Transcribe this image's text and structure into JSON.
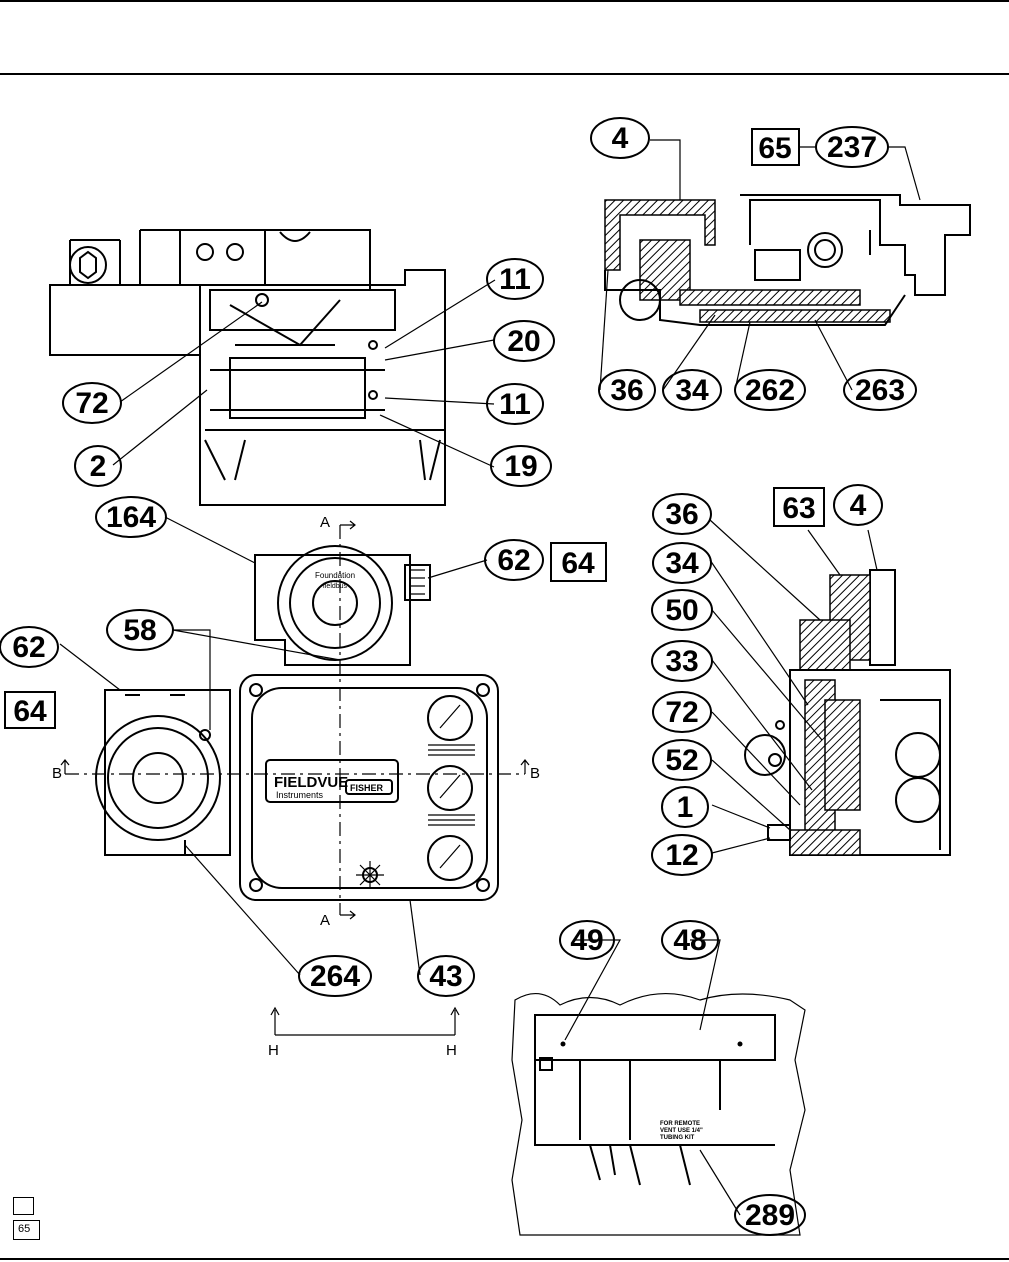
{
  "callouts": {
    "c4a": "4",
    "c65a": "65",
    "c237": "237",
    "c11a": "11",
    "c20": "20",
    "c72a": "72",
    "c11b": "11",
    "c2": "2",
    "c19": "19",
    "c36a": "36",
    "c34a": "34",
    "c262": "262",
    "c263": "263",
    "c164": "164",
    "c62a": "62",
    "c64a": "64",
    "c58": "58",
    "c62b": "62",
    "c64b": "64",
    "c36b": "36",
    "c63": "63",
    "c4b": "4",
    "c34b": "34",
    "c50": "50",
    "c33": "33",
    "c72b": "72",
    "c52": "52",
    "c1": "1",
    "c12": "12",
    "c264": "264",
    "c43": "43",
    "c49": "49",
    "c48": "48",
    "c289": "289"
  },
  "section_marks": {
    "a_top": "A",
    "a_bottom": "A",
    "b_left": "B",
    "b_right": "B",
    "h_left": "H",
    "h_right": "H"
  },
  "product": {
    "brand": "FIELDVUE",
    "sub": "Instruments",
    "maker": "FISHER"
  },
  "cap_text": {
    "top_line1": "Foundation",
    "top_line2": "fieldbus"
  },
  "vent_text": {
    "l1": "FOR REMOTE",
    "l2": "VENT USE 1/4\"",
    "l3": "TUBING KIT"
  },
  "legend": {
    "boxed_example": "65"
  }
}
